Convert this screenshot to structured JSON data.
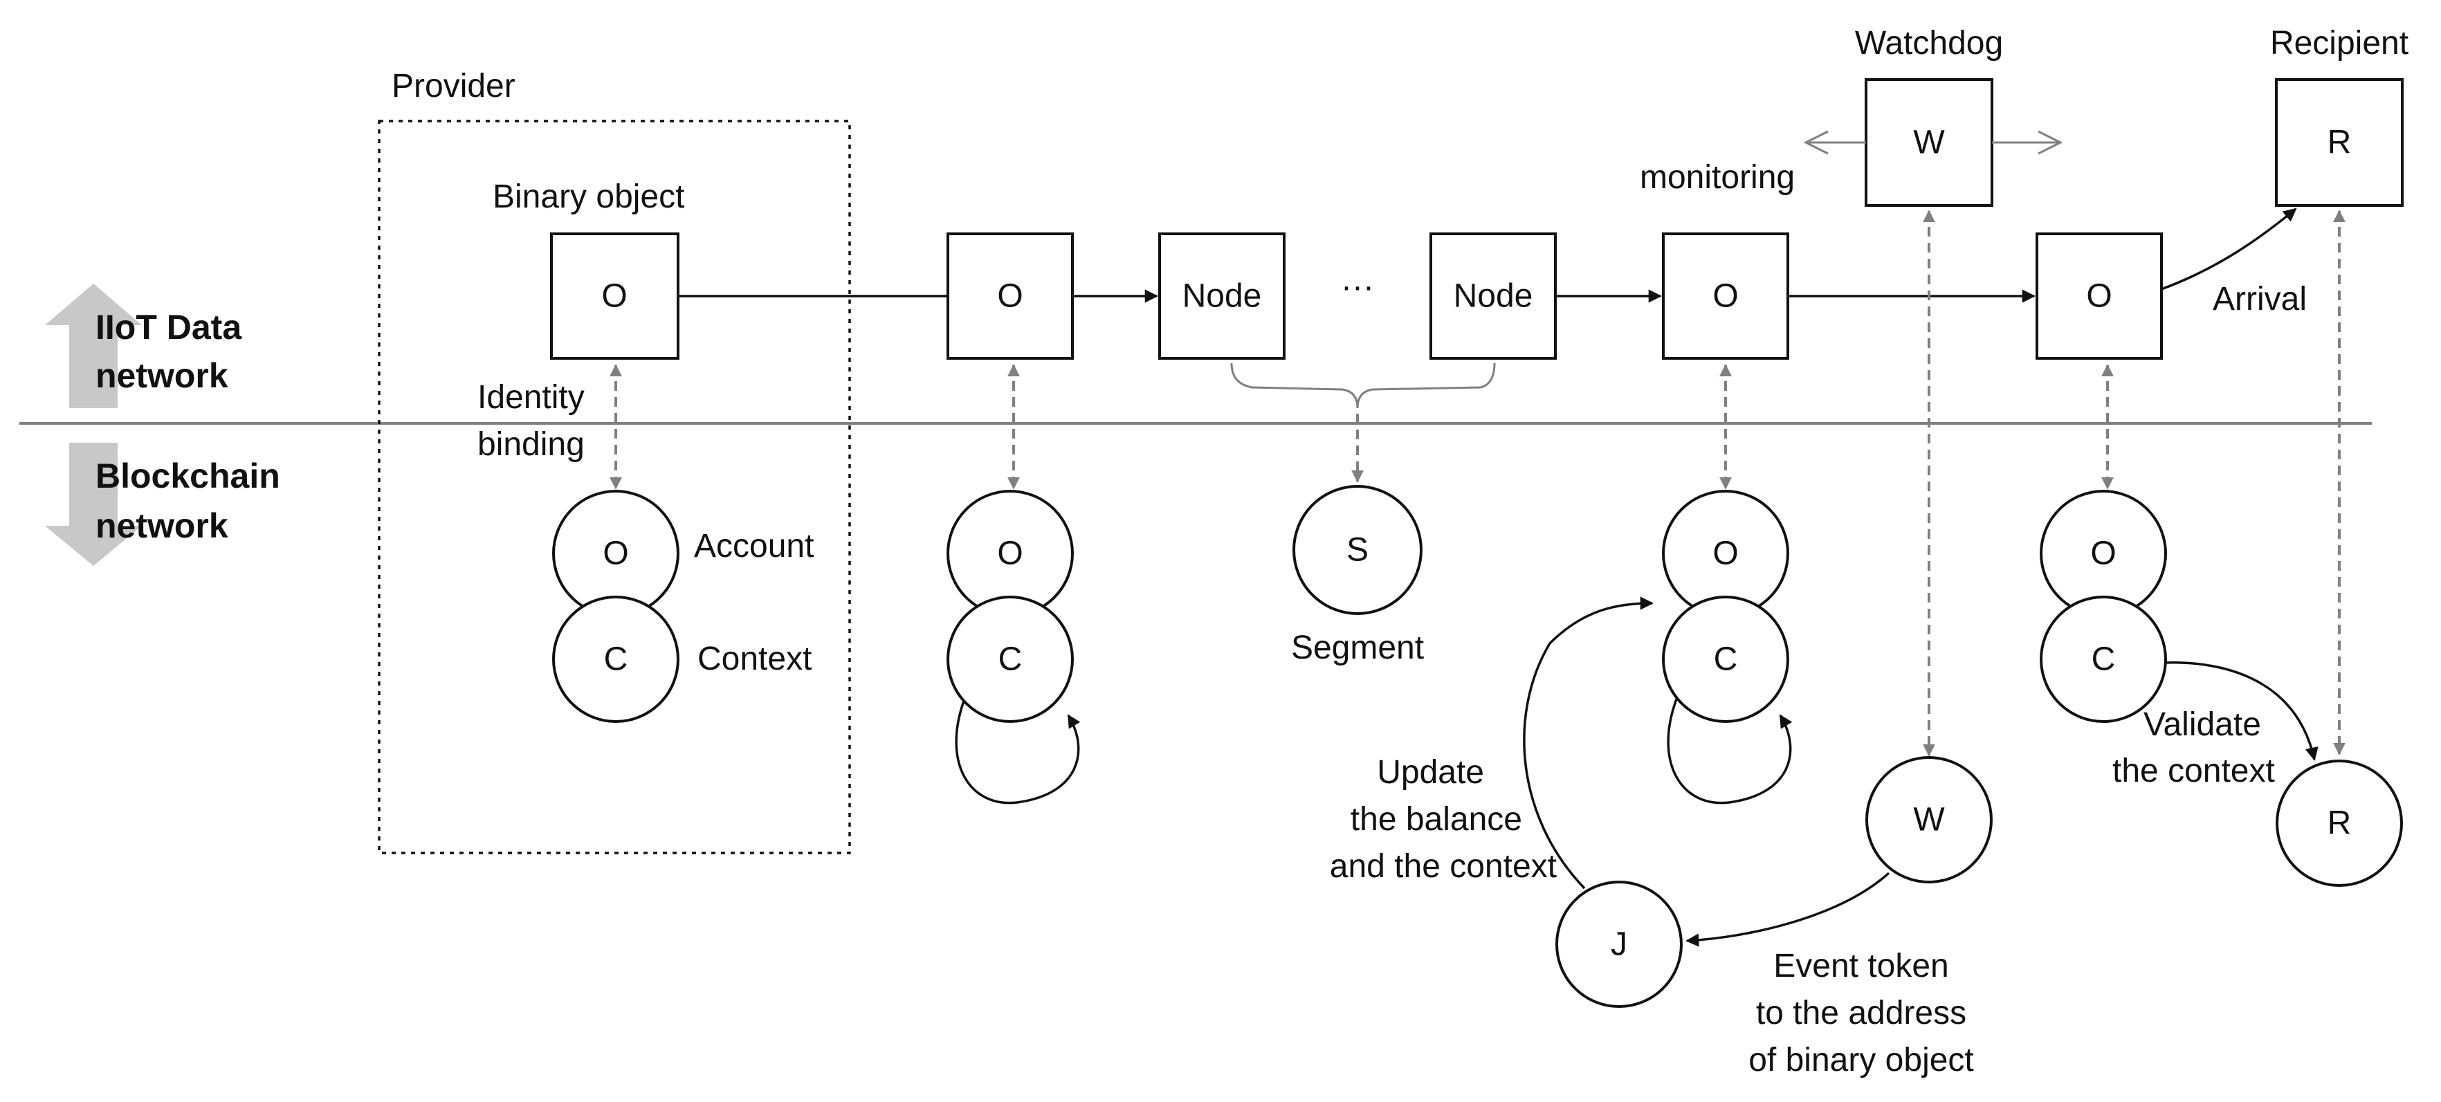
{
  "layers": {
    "upper_line1": "IIoT Data",
    "upper_line2": "network",
    "lower_line1": "Blockchain",
    "lower_line2": "network"
  },
  "labels": {
    "provider": "Provider",
    "binary_object": "Binary object",
    "identity_line1": "Identity",
    "identity_line2": "binding",
    "account": "Account",
    "context": "Context",
    "ellipsis": "···",
    "segment": "Segment",
    "monitoring": "monitoring",
    "watchdog": "Watchdog",
    "recipient": "Recipient",
    "arrival": "Arrival",
    "update_line1": "Update",
    "update_line2": "the balance",
    "update_line3": "and the context",
    "event_line1": "Event token",
    "event_line2": "to the address",
    "event_line3": "of binary object",
    "validate_line1": "Validate",
    "validate_line2": "the context"
  },
  "symbols": {
    "object": "O",
    "node": "Node",
    "watchdog": "W",
    "recipient": "R",
    "context": "C",
    "segment": "S",
    "job": "J"
  },
  "colors": {
    "stroke": "#111111",
    "dashed": "#808080",
    "layer_arrow": "#c8c8c8"
  }
}
